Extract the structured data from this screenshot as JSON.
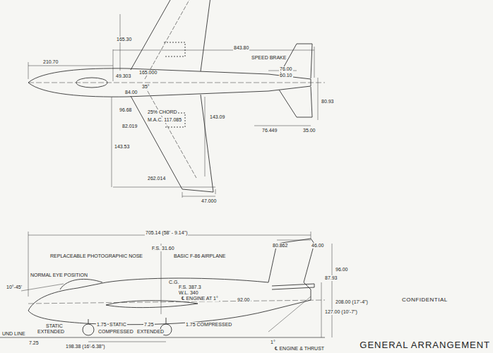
{
  "diagram": {
    "title": "GENERAL ARRANGEMENT",
    "labels": [
      "165.30",
      "210.70",
      "843.80",
      "SPEED BRAKE",
      "49.303",
      "165.000",
      "35°",
      "84.00",
      "76.00",
      "60.10",
      "96.68",
      "25% CHORD",
      "M.A.C. 117.085",
      "82.019",
      "143.09",
      "80.93",
      "143.53",
      "76.449",
      "35.00",
      "262.014",
      "47.000",
      "705.14 (58' - 9.14\")",
      "80.862",
      "46.00",
      "F.S. 31.60",
      "REPLACEABLE PHOTOGRAPHIC NOSE",
      "BASIC F-86 AIRPLANE",
      "NORMAL EYE POSITION",
      "10°-45'",
      "C.G.",
      "F.S. 387.3",
      "W.L. 340",
      "℄ ENGINE AT 1°",
      "96.00",
      "87.93",
      "92.00",
      "208.00 (17'-4\")",
      "127.00 (10'-7\")",
      "CONFIDENTIAL",
      "STATIC",
      "EXTENDED",
      "7.25",
      "1.75",
      "STATIC",
      "COMPRESSED",
      "7.25",
      "EXTENDED",
      "1.75 COMPRESSED",
      "198.38 (16'-6.38\")",
      "1°",
      "℄ ENGINE & THRUST",
      "UND LINE"
    ]
  }
}
